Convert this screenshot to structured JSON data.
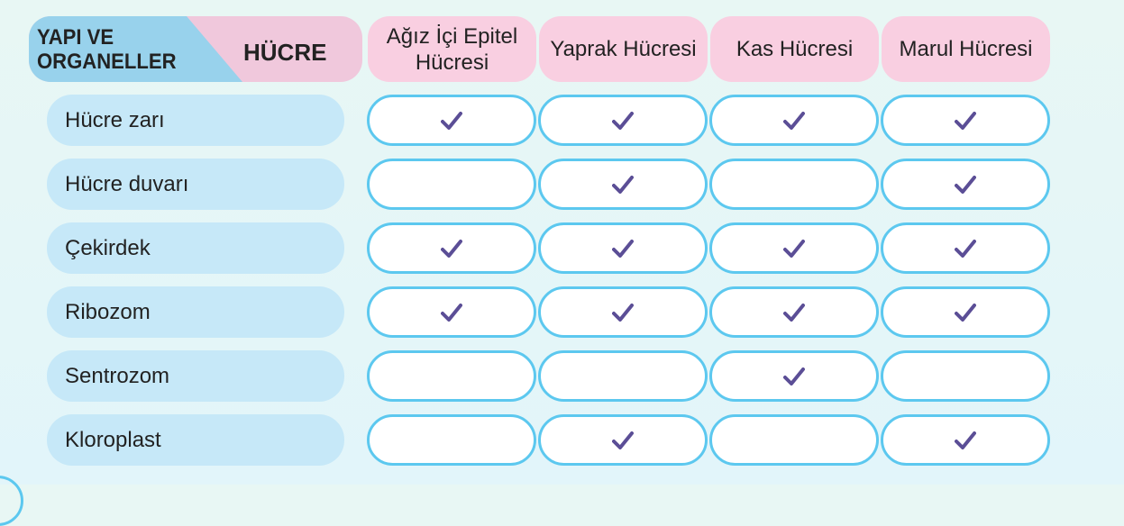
{
  "corner": {
    "left": "YAPI VE ORGANELLER",
    "right": "HÜCRE"
  },
  "columns": [
    "Ağız İçi Epitel Hücresi",
    "Yaprak Hücresi",
    "Kas Hücresi",
    "Marul Hücresi"
  ],
  "rows": [
    {
      "label": "Hücre zarı",
      "checks": [
        true,
        true,
        true,
        true
      ]
    },
    {
      "label": "Hücre duvarı",
      "checks": [
        false,
        true,
        false,
        true
      ]
    },
    {
      "label": "Çekirdek",
      "checks": [
        true,
        true,
        true,
        true
      ]
    },
    {
      "label": "Ribozom",
      "checks": [
        true,
        true,
        true,
        true
      ]
    },
    {
      "label": "Sentrozom",
      "checks": [
        false,
        false,
        true,
        false
      ]
    },
    {
      "label": "Kloroplast",
      "checks": [
        false,
        true,
        false,
        true
      ]
    }
  ],
  "colors": {
    "check": "#5b4e96",
    "border": "#5cc8ef"
  }
}
